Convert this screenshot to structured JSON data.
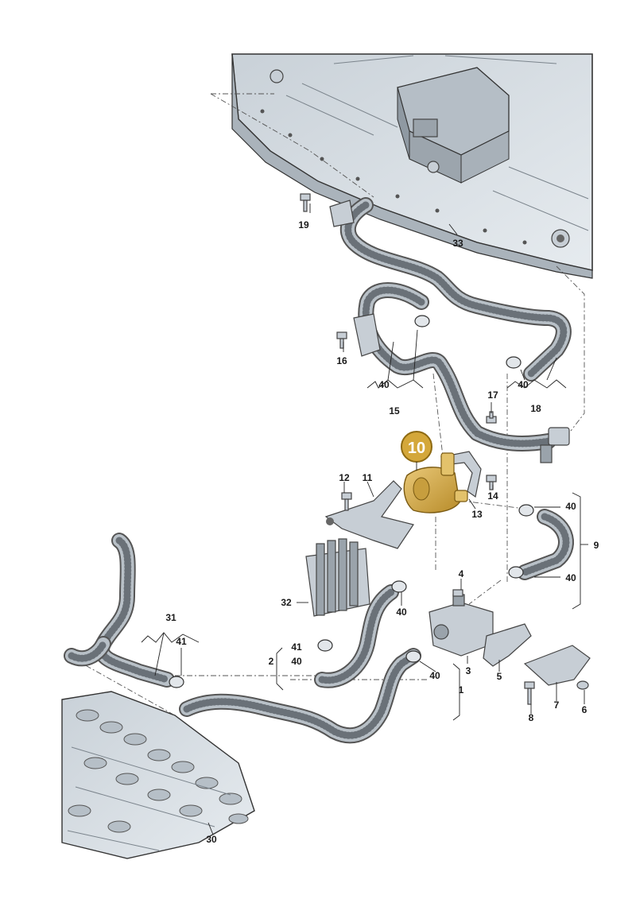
{
  "callout": {
    "label": "10",
    "color": "#d4a73a",
    "ring": "#8e6a12"
  },
  "highlight_color": "#d9b35a",
  "labels": [
    {
      "id": "19",
      "text": "19"
    },
    {
      "id": "33",
      "text": "33"
    },
    {
      "id": "16",
      "text": "16"
    },
    {
      "id": "40a",
      "text": "40"
    },
    {
      "id": "15",
      "text": "15"
    },
    {
      "id": "40b",
      "text": "40"
    },
    {
      "id": "18",
      "text": "18"
    },
    {
      "id": "17",
      "text": "17"
    },
    {
      "id": "12",
      "text": "12"
    },
    {
      "id": "11",
      "text": "11"
    },
    {
      "id": "14",
      "text": "14"
    },
    {
      "id": "13",
      "text": "13"
    },
    {
      "id": "40c",
      "text": "40"
    },
    {
      "id": "9",
      "text": "9"
    },
    {
      "id": "40d",
      "text": "40"
    },
    {
      "id": "4",
      "text": "4"
    },
    {
      "id": "32",
      "text": "32"
    },
    {
      "id": "40e",
      "text": "40"
    },
    {
      "id": "31",
      "text": "31"
    },
    {
      "id": "41a",
      "text": "41"
    },
    {
      "id": "41b",
      "text": "41"
    },
    {
      "id": "40f",
      "text": "40"
    },
    {
      "id": "2",
      "text": "2"
    },
    {
      "id": "40g",
      "text": "40"
    },
    {
      "id": "3",
      "text": "3"
    },
    {
      "id": "5",
      "text": "5"
    },
    {
      "id": "1",
      "text": "1"
    },
    {
      "id": "7",
      "text": "7"
    },
    {
      "id": "6",
      "text": "6"
    },
    {
      "id": "8",
      "text": "8"
    },
    {
      "id": "30",
      "text": "30"
    }
  ]
}
